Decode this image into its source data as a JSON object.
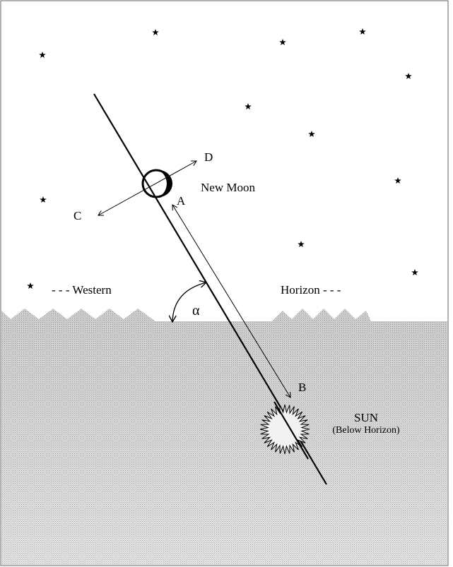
{
  "labels": {
    "point_a": "A",
    "point_b": "B",
    "point_c": "C",
    "point_d": "D",
    "moon": "New Moon",
    "angle": "α",
    "horizon_west": "- - -  Western",
    "horizon_east": "Horizon  - - -",
    "sun": "SUN",
    "sun_note": "(Below Horizon)"
  },
  "icons": {
    "star": "star-icon",
    "moon": "crescent-moon-icon",
    "sun": "sun-icon"
  },
  "colors": {
    "ground": "#c4c4c4",
    "sky": "#ffffff",
    "ink": "#000000"
  }
}
